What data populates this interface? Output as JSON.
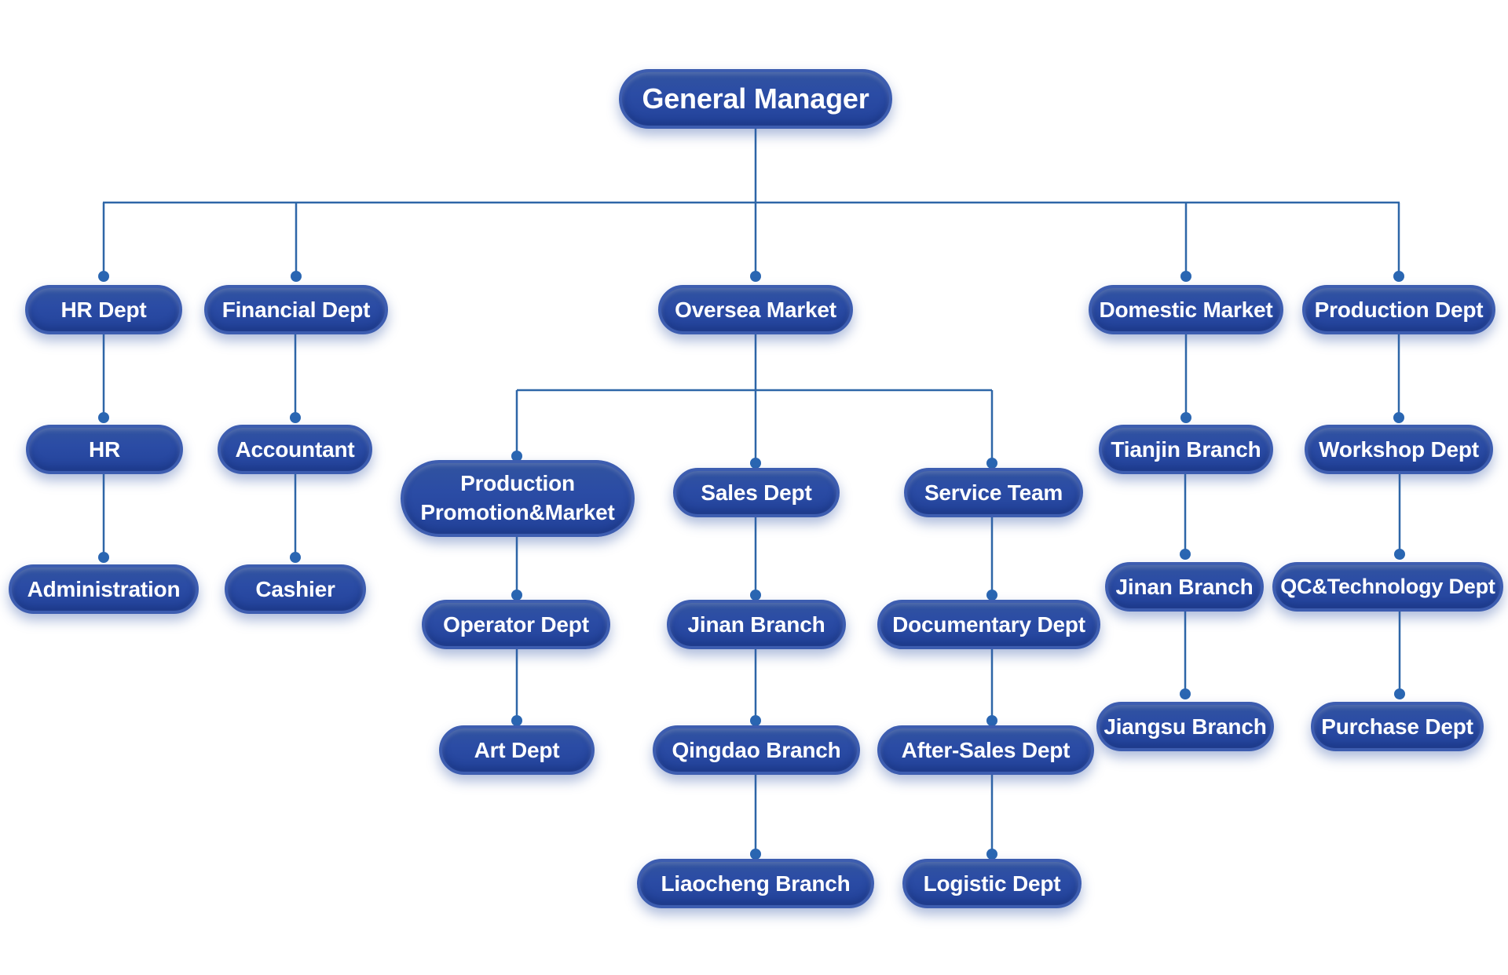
{
  "diagram": {
    "type": "org-chart",
    "background": "#ffffff"
  },
  "colors": {
    "node_fill_top": "#31539f",
    "node_fill_bottom": "#23439b",
    "node_border": "#3d5db0",
    "node_text": "#ffffff",
    "connector_line": "#2e66a7",
    "connector_dot": "#2a66b2"
  },
  "nodes": {
    "general_manager": "General Manager",
    "hr_dept": "HR Dept",
    "financial_dept": "Financial Dept",
    "oversea_market": "Oversea Market",
    "domestic_market": "Domestic Market",
    "production_dept": "Production Dept",
    "hr": "HR",
    "accountant": "Accountant",
    "production_promotion_market_line1": "Production",
    "production_promotion_market_line2": "Promotion&Market",
    "sales_dept": "Sales Dept",
    "service_team": "Service Team",
    "tianjin_branch": "Tianjin Branch",
    "workshop_dept": "Workshop Dept",
    "administration": "Administration",
    "cashier": "Cashier",
    "operator_dept": "Operator Dept",
    "jinan_branch_oversea": "Jinan Branch",
    "documentary_dept": "Documentary Dept",
    "jinan_branch_domestic": "Jinan Branch",
    "qc_technology_dept": "QC&Technology Dept",
    "art_dept": "Art Dept",
    "qingdao_branch": "Qingdao Branch",
    "after_sales_dept": "After-Sales Dept",
    "jiangsu_branch": "Jiangsu Branch",
    "purchase_dept": "Purchase Dept",
    "liaocheng_branch": "Liaocheng Branch",
    "logistic_dept": "Logistic Dept"
  },
  "hierarchy": {
    "label": "General Manager",
    "children": [
      {
        "label": "HR Dept",
        "children": [
          {
            "label": "HR",
            "children": [
              {
                "label": "Administration"
              }
            ]
          }
        ]
      },
      {
        "label": "Financial Dept",
        "children": [
          {
            "label": "Accountant",
            "children": [
              {
                "label": "Cashier"
              }
            ]
          }
        ]
      },
      {
        "label": "Oversea Market",
        "children": [
          {
            "label": "Production Promotion&Market",
            "children": [
              {
                "label": "Operator Dept",
                "children": [
                  {
                    "label": "Art Dept"
                  }
                ]
              }
            ]
          },
          {
            "label": "Sales Dept",
            "children": [
              {
                "label": "Jinan Branch",
                "children": [
                  {
                    "label": "Qingdao Branch",
                    "children": [
                      {
                        "label": "Liaocheng Branch"
                      }
                    ]
                  }
                ]
              }
            ]
          },
          {
            "label": "Service Team",
            "children": [
              {
                "label": "Documentary Dept",
                "children": [
                  {
                    "label": "After-Sales Dept",
                    "children": [
                      {
                        "label": "Logistic Dept"
                      }
                    ]
                  }
                ]
              }
            ]
          }
        ]
      },
      {
        "label": "Domestic Market",
        "children": [
          {
            "label": "Tianjin Branch",
            "children": [
              {
                "label": "Jinan Branch",
                "children": [
                  {
                    "label": "Jiangsu Branch"
                  }
                ]
              }
            ]
          }
        ]
      },
      {
        "label": "Production Dept",
        "children": [
          {
            "label": "Workshop Dept",
            "children": [
              {
                "label": "QC&Technology Dept",
                "children": [
                  {
                    "label": "Purchase Dept"
                  }
                ]
              }
            ]
          }
        ]
      }
    ]
  }
}
